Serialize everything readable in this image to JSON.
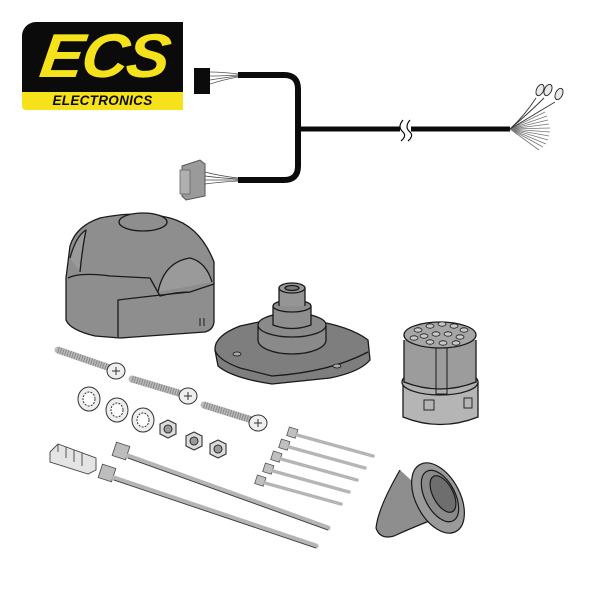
{
  "logo": {
    "brand": "ECS",
    "subtitle": "ELECTRONICS",
    "colors": {
      "background": "#0b0b0b",
      "accent": "#f5e21a"
    }
  },
  "product": {
    "components": [
      {
        "name": "wiring-harness",
        "icon": "wire-harness-icon"
      },
      {
        "name": "vehicle-connector-plug",
        "icon": "plug-connector-icon"
      },
      {
        "name": "oem-connector",
        "icon": "oem-connector-icon"
      },
      {
        "name": "loose-wire-ends-with-ring-terminals",
        "icon": "wire-fanout-icon"
      },
      {
        "name": "13-pin-socket-cover",
        "icon": "socket-cover-icon"
      },
      {
        "name": "socket-mounting-plate",
        "icon": "socket-base-icon"
      },
      {
        "name": "13-pin-socket-insert",
        "icon": "socket-insert-icon"
      },
      {
        "name": "mounting-screws",
        "count": 3,
        "icon": "screw-icon"
      },
      {
        "name": "toothed-washers",
        "count": 3,
        "icon": "washer-icon"
      },
      {
        "name": "hex-nuts",
        "count": 3,
        "icon": "nut-icon"
      },
      {
        "name": "cable-clip",
        "count": 1,
        "icon": "cable-clip-icon"
      },
      {
        "name": "long-cable-ties",
        "count": 2,
        "icon": "cable-tie-icon"
      },
      {
        "name": "short-cable-ties",
        "count": 5,
        "icon": "cable-tie-icon"
      },
      {
        "name": "rubber-grommet",
        "count": 1,
        "icon": "grommet-icon"
      }
    ]
  },
  "colors": {
    "part_fill": "#8c8c8c",
    "part_light": "#a8a8a8",
    "outline": "#1a1a1a",
    "wire": "#111111"
  }
}
